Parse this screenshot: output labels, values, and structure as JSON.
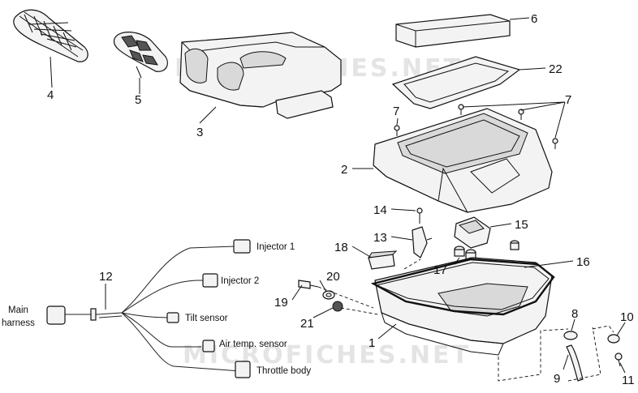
{
  "watermark": [
    "MICROFICHES.NET",
    "MICROFICHES.NET"
  ],
  "callouts": {
    "c1": "1",
    "c2": "2",
    "c3": "3",
    "c4": "4",
    "c5": "5",
    "c6": "6",
    "c7a": "7",
    "c7b": "7",
    "c8": "8",
    "c9": "9",
    "c10": "10",
    "c11": "11",
    "c12": "12",
    "c13": "13",
    "c14": "14",
    "c15": "15",
    "c16": "16",
    "c17": "17",
    "c18": "18",
    "c19": "19",
    "c20": "20",
    "c21": "21",
    "c22": "22"
  },
  "harness": {
    "main_line1": "Main",
    "main_line2": "harness",
    "injector1": "Injector 1",
    "injector2": "Injector 2",
    "tilt_sensor": "Tilt sensor",
    "air_temp_sensor": "Air temp. sensor",
    "throttle_body": "Throttle body"
  }
}
